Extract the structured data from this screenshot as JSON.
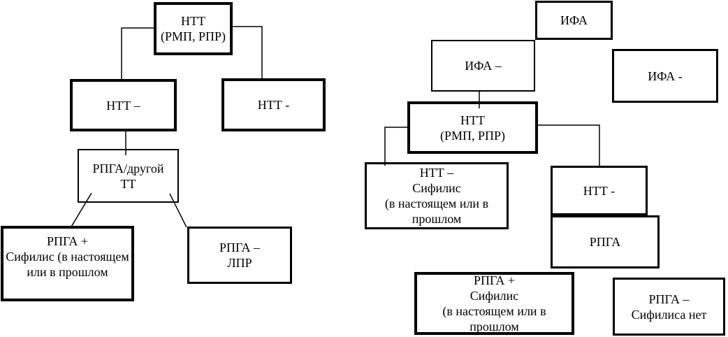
{
  "diagram": {
    "left": {
      "root": {
        "line1": "НТТ",
        "line2": "(РМП, РПР)"
      },
      "ntt_endash": {
        "line1": "НТТ –"
      },
      "ntt_hyphen": {
        "line1": "НТТ -"
      },
      "rpga_other": {
        "line1": "РПГА/другой",
        "line2": "ТТ"
      },
      "rpga_plus": {
        "line1": "РПГА +",
        "line2": "Сифилис (в настоящем",
        "line3": "или в прошлом"
      },
      "rpga_endash": {
        "line1": "РПГА –",
        "line2": "ЛПР"
      }
    },
    "right": {
      "ifa": {
        "line1": "ИФА"
      },
      "ifa_endash": {
        "line1": "ИФА –"
      },
      "ifa_hyphen": {
        "line1": "ИФА -"
      },
      "root": {
        "line1": "НТТ",
        "line2": "(РМП, РПР)"
      },
      "ntt_endash": {
        "line1": "НТТ –",
        "line2": "Сифилис",
        "line3": "(в настоящем или в",
        "line4": "прошлом"
      },
      "ntt_hyphen": {
        "line1": "НТТ -"
      },
      "rpga": {
        "line1": "РПГА"
      },
      "rpga_plus": {
        "line1": "РПГА +",
        "line2": "Сифилис",
        "line3": "(в настоящем или в",
        "line4": "прошлом"
      },
      "rpga_endash": {
        "line1": "РПГА –",
        "line2": "Сифилиса нет"
      }
    },
    "colors": {
      "border": "#000000",
      "background": "#ffffff",
      "text": "#000000"
    }
  }
}
